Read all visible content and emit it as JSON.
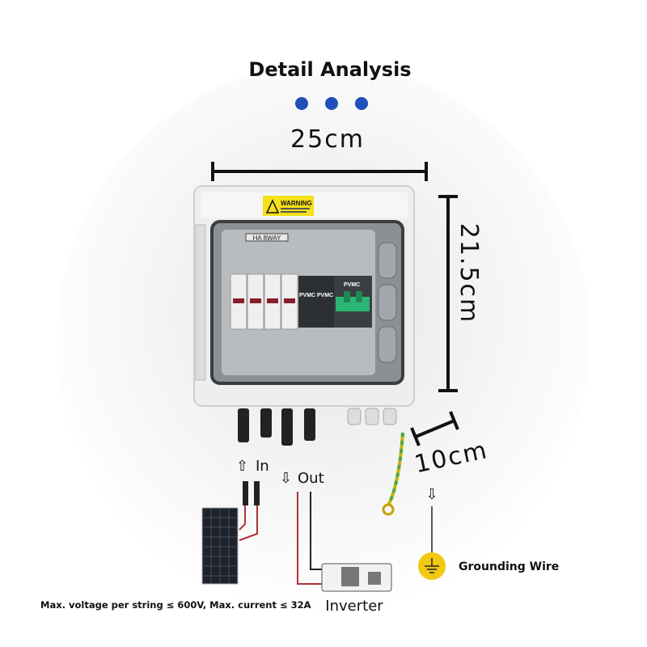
{
  "title": "Detail Analysis",
  "dimensions": {
    "width": "25cm",
    "height": "21.5cm",
    "depth": "10cm"
  },
  "box": {
    "warning_label": "WARNING",
    "nameplate": "HA 8WAY",
    "spd_brand_1": "PVMC",
    "spd_brand_2": "PVMC",
    "switch_brand": "PVMC"
  },
  "wiring": {
    "in_label": "In",
    "out_label": "Out",
    "arrow_up": "⇧",
    "arrow_down": "⇩"
  },
  "grounding_label": "Grounding Wire",
  "inverter_label": "Inverter",
  "spec_text": "Max. voltage per string ≤ 600V, Max. current ≤ 32A",
  "colors": {
    "dots": "#1f4fb8",
    "warning": "#f5e01a",
    "switch_green": "#2bb673",
    "ground": "#f2c811"
  }
}
